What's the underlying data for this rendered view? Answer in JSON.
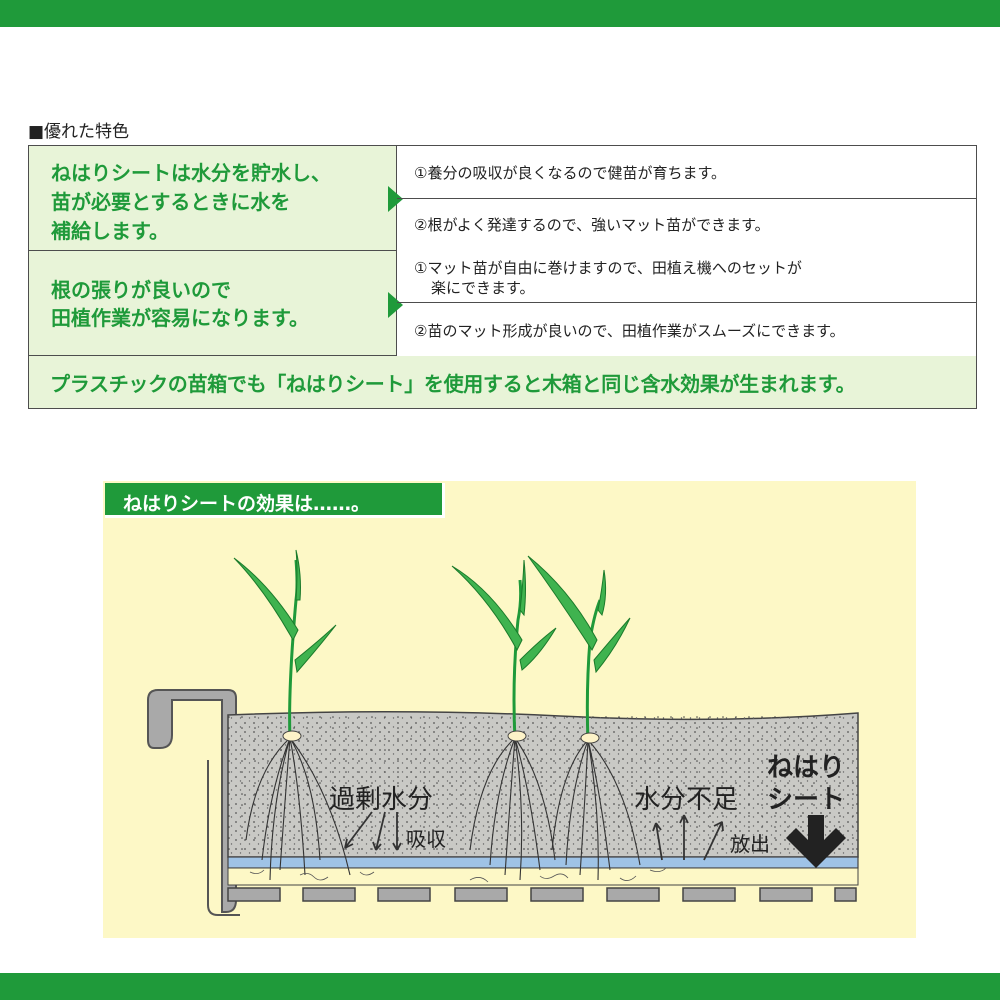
{
  "section_title": "■優れた特色",
  "features": [
    {
      "lead": [
        "ねはりシートは水分を貯水し、",
        "苗が必要とするときに水を",
        "補給します。"
      ],
      "benefits": [
        [
          "①養分の吸収が良くなるので健苗が育ちます。"
        ],
        [
          "②根がよく発達するので、強いマット苗ができます。"
        ]
      ]
    },
    {
      "lead": [
        "根の張りが良いので",
        "田植作業が容易になります。"
      ],
      "benefits": [
        [
          "①マット苗が自由に巻けますので、田植え機へのセットが",
          "楽にできます。"
        ],
        [
          "②苗のマット形成が良いので、田植作業がスムーズにできます。"
        ]
      ]
    }
  ],
  "summary": "プラスチックの苗箱でも「ねはりシート」を使用すると木箱と同じ含水効果が生まれます。",
  "diagram": {
    "title": "ねはりシートの効果は……。",
    "labels": {
      "excess_water": "過剰水分",
      "absorb": "吸収",
      "water_shortage": "水分不足",
      "release": "放出",
      "sheet_line1": "ねはり",
      "sheet_line2": "シート"
    }
  },
  "colors": {
    "brand_green": "#1f9a3a",
    "pale_green": "#e8f4d8",
    "diagram_bg": "#fdf8c6",
    "soil": "#c9c9c5",
    "sheet_blue": "#9fc3e6",
    "tray_gray": "#a9a9a9"
  }
}
